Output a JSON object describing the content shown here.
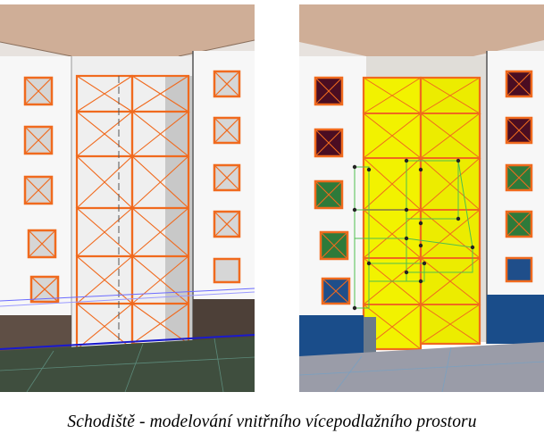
{
  "figure": {
    "caption": "Schodiště - modelování vnitřního vícepodlažního prostoru"
  },
  "views": [
    {
      "id": "left",
      "mode": "selected-outline",
      "highlight_color": "#f06a1e",
      "window_fill": "#d9d9d9"
    },
    {
      "id": "right",
      "mode": "colored-zones",
      "highlight_color": "#f06a1e",
      "zone_fill": "#f2f200",
      "window_colors": [
        "#4a0d22",
        "#2e7a3a",
        "#1f4e8a"
      ]
    }
  ],
  "colors": {
    "facade": "#ffffff",
    "roof": "#c9a890",
    "ground_left": "#3f4e3e",
    "ground_right": "#9a9ca8",
    "shop_band": "#1a4d8a"
  }
}
